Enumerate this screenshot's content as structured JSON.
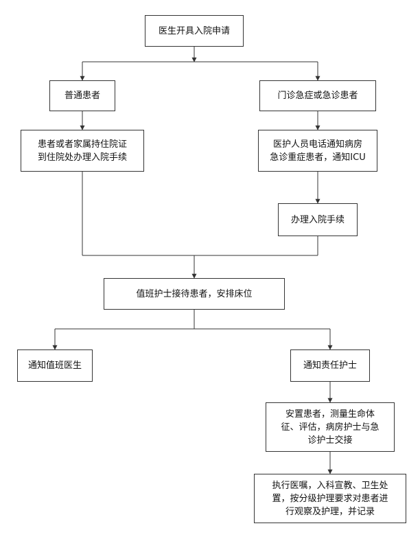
{
  "nodes": {
    "apply": "医生开具入院申请",
    "normal": "普通患者",
    "emergency": "门诊急症或急诊患者",
    "family": "患者或者家属持住院证\n到住院处办理入院手续",
    "notify_ward": "医护人员电话通知病房\n急诊重症患者，通知ICU",
    "admission": "办理入院手续",
    "receive": "值班护士接待患者，安排床位",
    "notify_doctor": "通知值班医生",
    "notify_nurse": "通知责任护士",
    "settle": "安置患者，测量生命体\n征、评估，病房护士与急\n诊护士交接",
    "execute": "执行医嘱，入科宣教、卫生处\n置，按分级护理要求对患者进\n行观察及护理，并记录"
  }
}
